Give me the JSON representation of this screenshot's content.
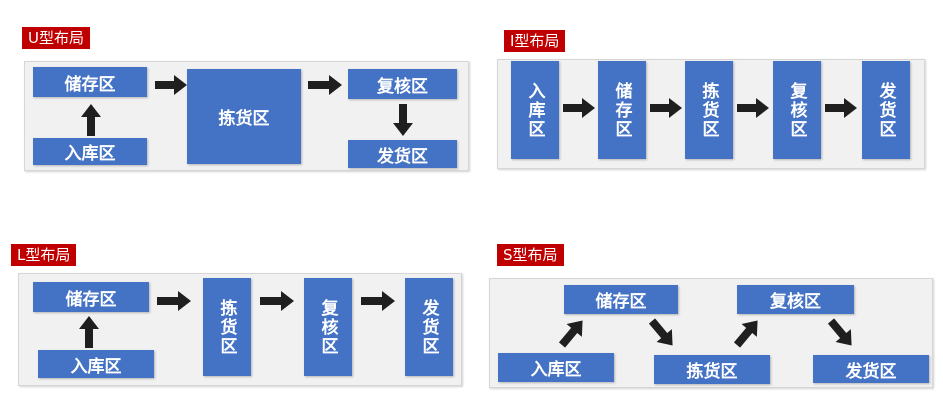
{
  "layouts": {
    "u": {
      "title": "U型布局",
      "storage": "储存区",
      "receiving": "入库区",
      "picking": "拣货区",
      "checking": "复核区",
      "shipping": "发货区"
    },
    "i": {
      "title": "I型布局",
      "receiving": "入库区",
      "storage": "储存区",
      "picking": "拣货区",
      "checking": "复核区",
      "shipping": "发货区"
    },
    "l": {
      "title": "L型布局",
      "storage": "储存区",
      "receiving": "入库区",
      "picking": "拣货区",
      "checking": "复核区",
      "shipping": "发货区"
    },
    "s": {
      "title": "S型布局",
      "receiving": "入库区",
      "storage": "储存区",
      "picking": "拣货区",
      "checking": "复核区",
      "shipping": "发货区"
    }
  },
  "colors": {
    "title_bg": "#c00000",
    "box_fill": "#4472c4",
    "panel_bg": "#f1f1f1",
    "arrow": "#1f1f1f"
  }
}
